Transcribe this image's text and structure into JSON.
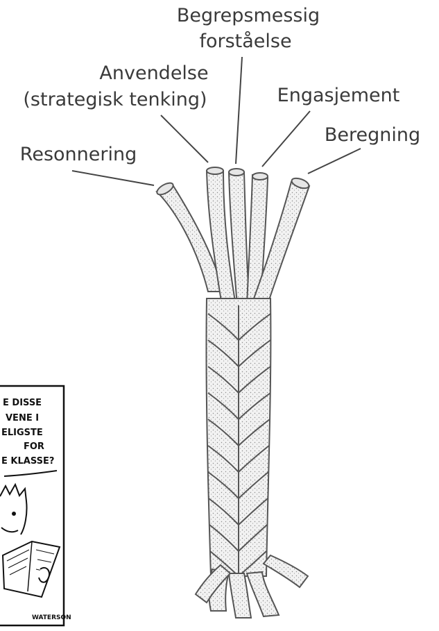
{
  "strands": [
    "Begrepsmessig",
    "forståelse",
    "Anvendelse",
    "(strategisk tenking)",
    "Engasjement",
    "Beregning",
    "Resonnering"
  ],
  "comic": {
    "lines": [
      "E DISSE",
      "VENE I",
      "ELIGSTE",
      "FOR",
      "E KLASSE?"
    ],
    "signature": "WATERSON"
  }
}
